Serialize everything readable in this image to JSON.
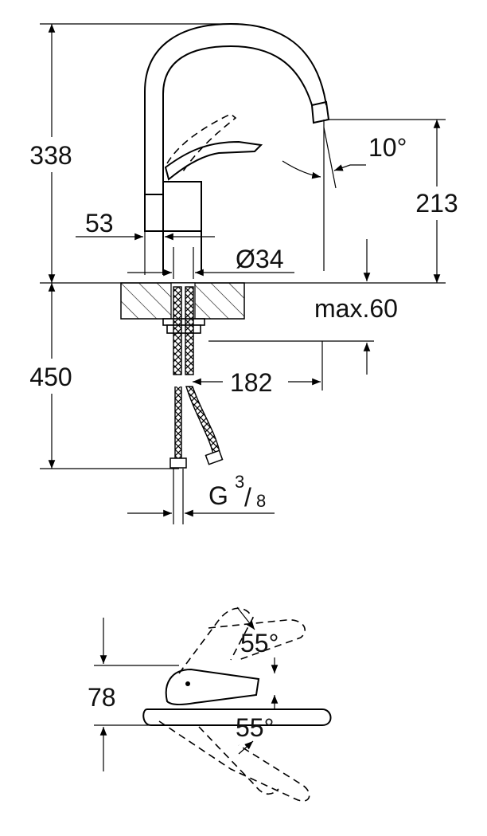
{
  "dimensions": {
    "height_total": "338",
    "spout_height": "213",
    "spout_angle": "10°",
    "body_width": "53",
    "hole_diameter": "Ø34",
    "max_thickness": "max.60",
    "hose_length": "450",
    "spout_reach": "182",
    "connection_prefix": "G ",
    "connection_numerator": "3",
    "connection_denominator": "8",
    "lever_width": "78",
    "lever_angle_up": "55°",
    "lever_angle_down": "55°"
  }
}
